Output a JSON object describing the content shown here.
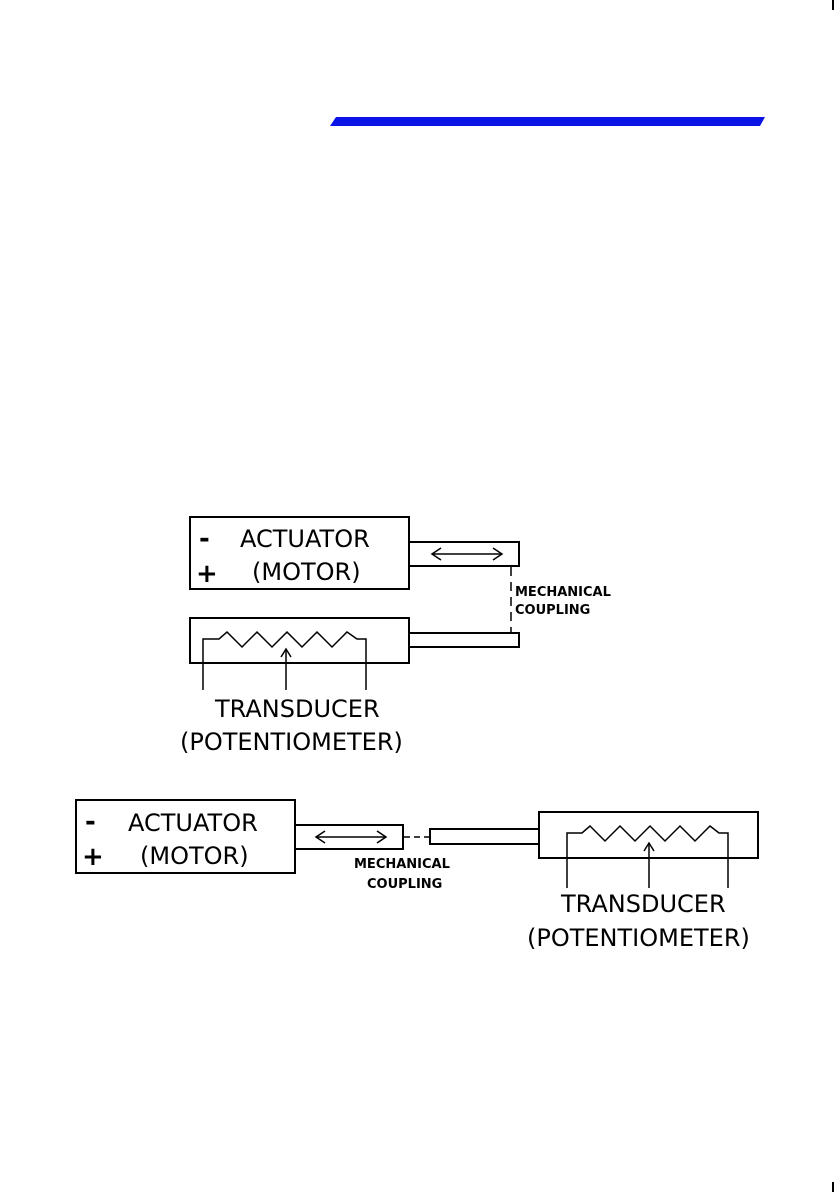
{
  "header": {
    "accent_color": "#0a14e6"
  },
  "diagram_1": {
    "actuator": {
      "minus": "-",
      "plus": "+",
      "title": "ACTUATOR",
      "subtitle": "(MOTOR)"
    },
    "coupling": {
      "line1": "MECHANICAL",
      "line2": "COUPLING"
    },
    "transducer": {
      "title": "TRANSDUCER",
      "subtitle": "(POTENTIOMETER)"
    }
  },
  "diagram_2": {
    "actuator": {
      "minus": "-",
      "plus": "+",
      "title": "ACTUATOR",
      "subtitle": "(MOTOR)"
    },
    "coupling": {
      "line1": "MECHANICAL",
      "line2": "COUPLING"
    },
    "transducer": {
      "title": "TRANSDUCER",
      "subtitle": "(POTENTIOMETER)"
    }
  }
}
